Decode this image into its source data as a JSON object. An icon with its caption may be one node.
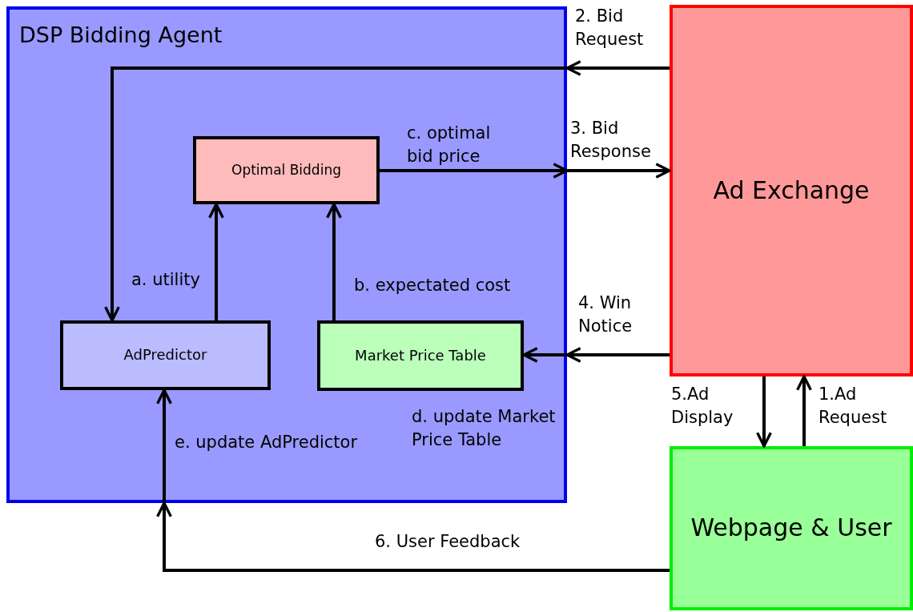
{
  "diagram": {
    "nodes": [
      {
        "text": [
          "DSP Bidding Agent"
        ]
      },
      {
        "text": [
          "Optimal Bidding"
        ],
        "in": 0
      },
      {
        "text": [
          "AdPredictor"
        ],
        "in": 0
      },
      {
        "text": [
          "Market Price Table"
        ],
        "in": 0
      },
      {
        "text": [
          "Ad Exchange"
        ]
      },
      {
        "text": [
          "Webpage & User"
        ]
      }
    ],
    "edges": [
      {
        "from": 4,
        "to": 0,
        "arrow": "to",
        "label": "2. Bid Request"
      },
      {
        "from": 0,
        "to": 2,
        "arrow": "to"
      },
      {
        "from": 1,
        "to": 0,
        "arrow": "to",
        "label": "c. optimal bid price"
      },
      {
        "from": 0,
        "to": 4,
        "arrow": "to",
        "label": "3. Bid Response"
      },
      {
        "from": 2,
        "to": 1,
        "arrow": "to",
        "label": "a. utility"
      },
      {
        "from": 3,
        "to": 1,
        "arrow": "to",
        "label": "b. expectated cost"
      },
      {
        "from": 4,
        "to": 0,
        "arrow": "to",
        "label": "4. Win Notice"
      },
      {
        "from": 0,
        "to": 3,
        "arrow": "to",
        "label": "d. update Market Price Table"
      },
      {
        "from": 5,
        "to": 4,
        "arrow": "to",
        "label": "1.Ad Request"
      },
      {
        "from": 4,
        "to": 5,
        "arrow": "to",
        "label": "5.Ad Display"
      },
      {
        "from": 5,
        "to": 0,
        "arrow": "to",
        "label": "6. User Feedback"
      },
      {
        "from": 0,
        "to": 2,
        "arrow": "to",
        "label": "e. update AdPredictor"
      }
    ]
  }
}
